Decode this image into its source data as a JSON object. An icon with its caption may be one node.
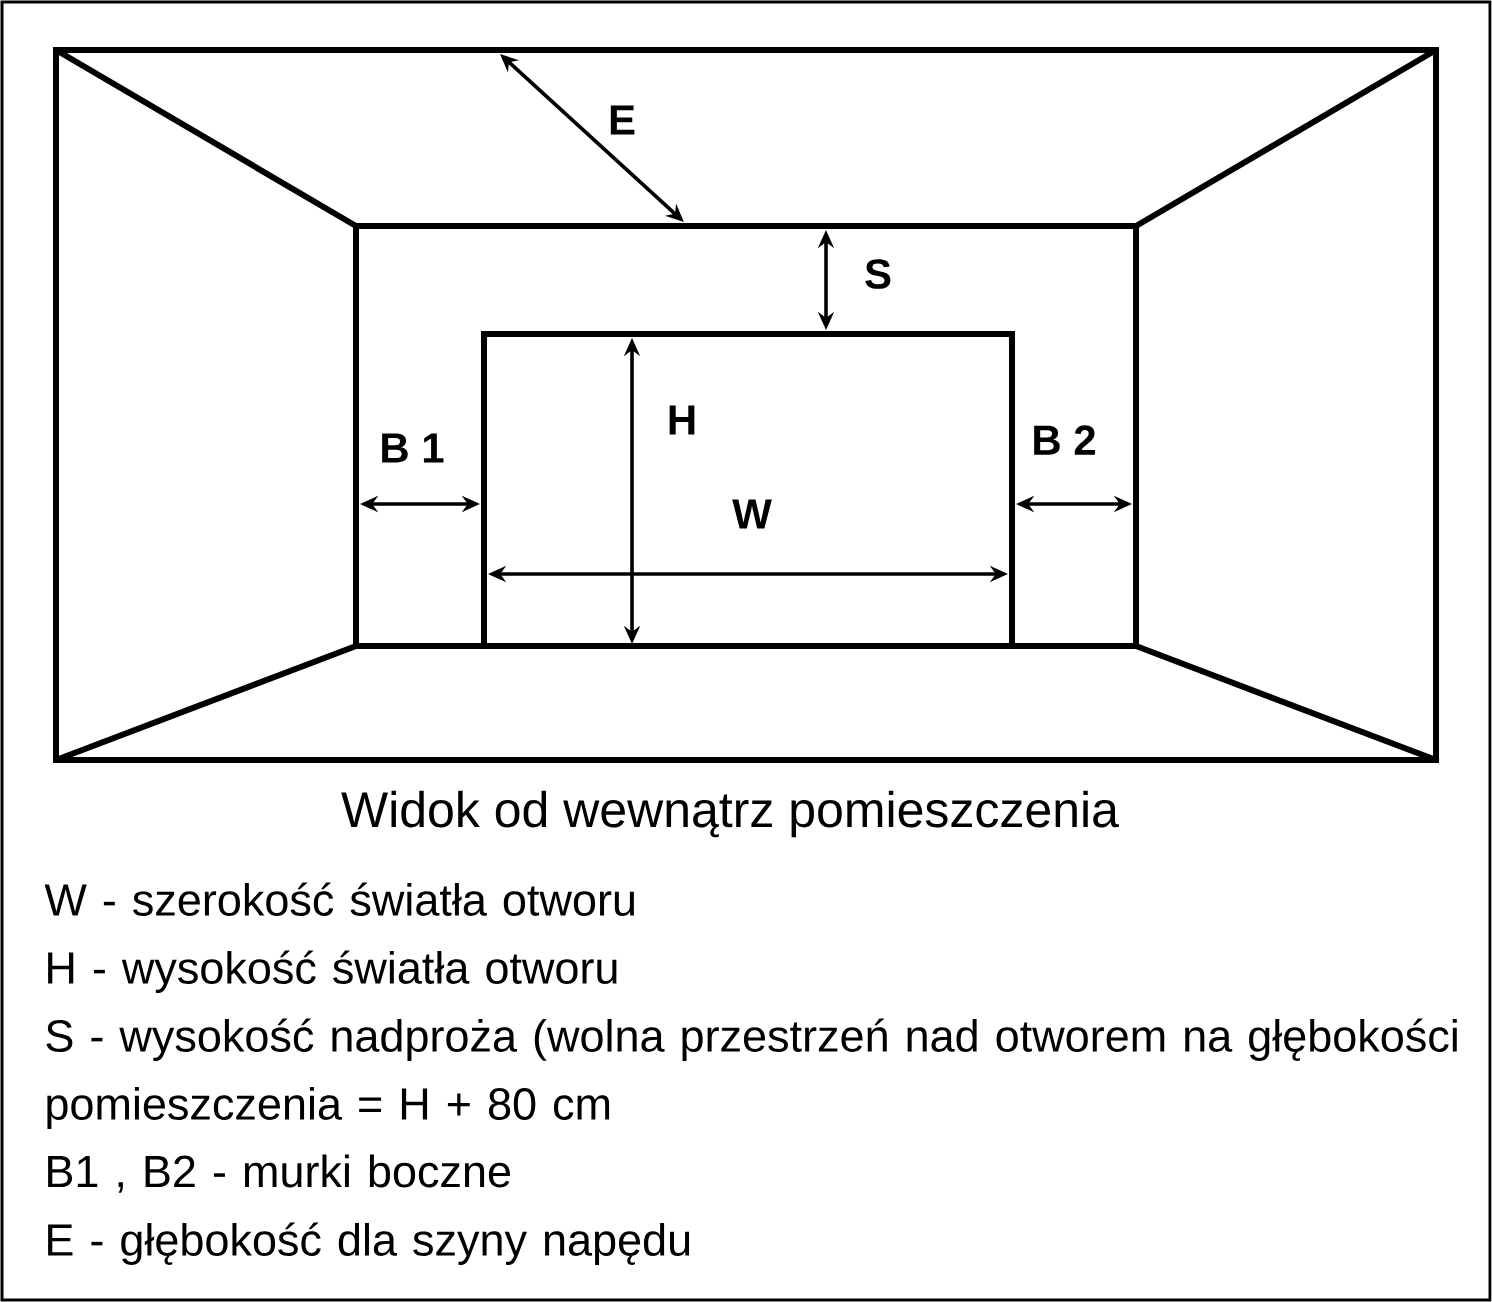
{
  "diagram": {
    "caption": "Widok od wewnątrz pomieszczenia",
    "labels": [
      "E",
      "S",
      "H",
      "B 1",
      "B 2",
      "W",
      "W - szerokość światła otworu",
      "H - wysokość światła otworu",
      "S - wysokość nadproża (wolna przestrzeń nad otworem na głębokości pomieszczenia = H + 80 cm",
      "B1 , B2 - murki boczne",
      "E - głębokość dla szyny napędu"
    ]
  }
}
